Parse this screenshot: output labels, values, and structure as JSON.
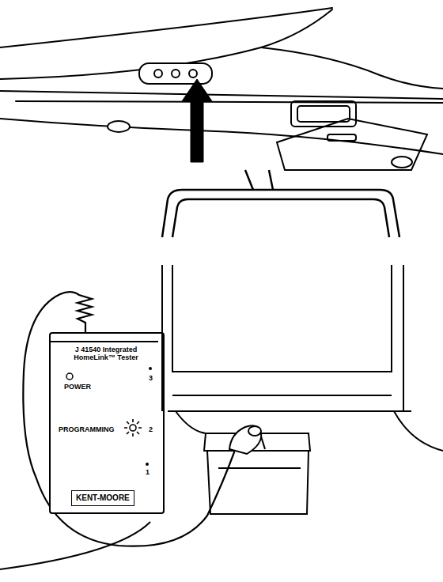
{
  "diagram": {
    "nodes": [
      {
        "text": [
          "J 41540 Integrated HomeLink™ Tester",
          "POWER",
          "3",
          "PROGRAMMING",
          "2",
          "1"
        ]
      },
      {
        "text": [
          "KENT-MOORE"
        ],
        "in": 0
      }
    ]
  }
}
